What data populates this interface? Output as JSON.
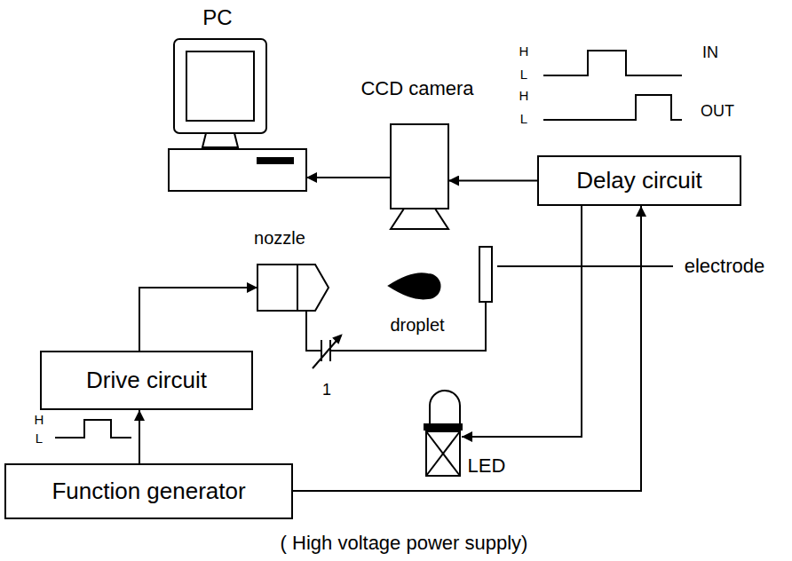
{
  "diagram": {
    "nodes": [
      {
        "text": [
          "PC"
        ]
      },
      {
        "text": [
          "CCD camera"
        ]
      },
      {
        "text": [
          "Delay circuit"
        ]
      },
      {
        "text": [
          "nozzle"
        ]
      },
      {
        "text": [
          "Drive circuit"
        ]
      },
      {
        "text": [
          "LED"
        ]
      },
      {
        "text": [
          "Function generator"
        ]
      }
    ],
    "edges": [
      {
        "from": 1,
        "to": 0,
        "arrow": "to"
      },
      {
        "from": 2,
        "to": 1,
        "arrow": "to"
      },
      {
        "from": 2,
        "to": 5,
        "arrow": "to"
      },
      {
        "from": 6,
        "to": 2,
        "arrow": "to"
      },
      {
        "from": 6,
        "to": 4,
        "arrow": "to"
      },
      {
        "from": 4,
        "to": 3,
        "arrow": "to"
      }
    ],
    "labels": [
      "H",
      "L",
      "IN",
      "H",
      "L",
      "OUT",
      "electrode",
      "droplet",
      "1",
      "H",
      "L",
      "( High voltage power supply)"
    ]
  }
}
